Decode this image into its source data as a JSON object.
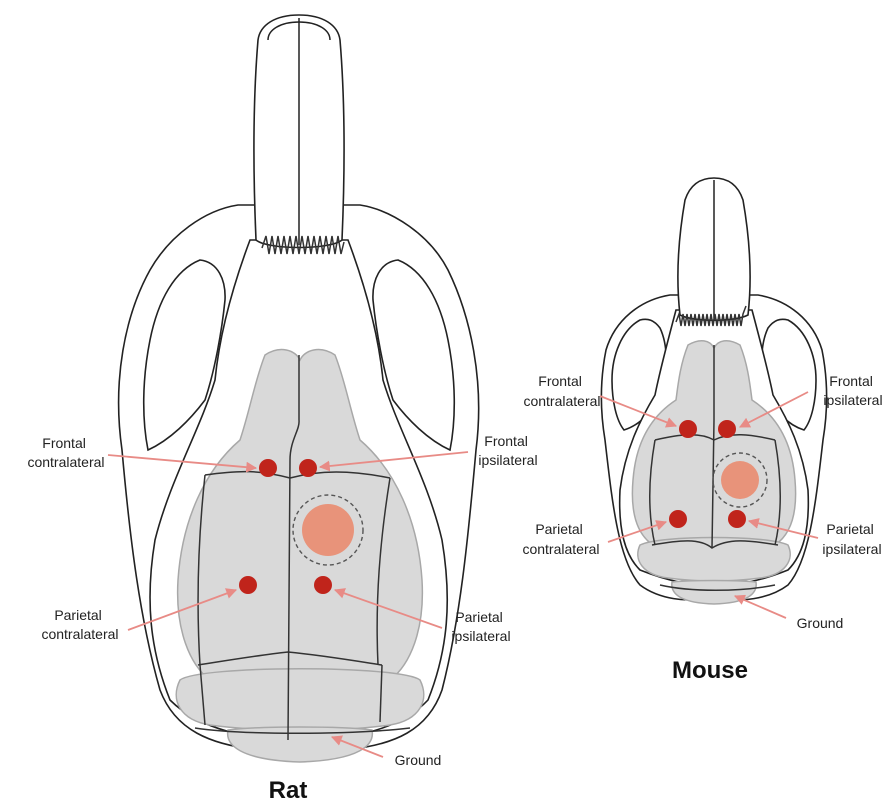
{
  "figure": {
    "rat": {
      "title": "Rat",
      "labels": {
        "frontal_contra": [
          "Frontal",
          "contralateral"
        ],
        "frontal_ipsi": [
          "Frontal",
          "ipsilateral"
        ],
        "parietal_contra": [
          "Parietal",
          "contralateral"
        ],
        "parietal_ipsi": [
          "Parietal",
          "ipsilateral"
        ],
        "ground": "Ground"
      }
    },
    "mouse": {
      "title": "Mouse",
      "labels": {
        "frontal_contra": [
          "Frontal",
          "contralateral"
        ],
        "frontal_ipsi": [
          "Frontal",
          "ipsilateral"
        ],
        "parietal_contra": [
          "Parietal",
          "contralateral"
        ],
        "parietal_ipsi": [
          "Parietal",
          "ipsilateral"
        ],
        "ground": "Ground"
      }
    },
    "colors": {
      "electrode": "#c0241b",
      "target_area": "#e8937a",
      "brain": "#d9d9d9",
      "arrow": "#e88b86"
    }
  }
}
